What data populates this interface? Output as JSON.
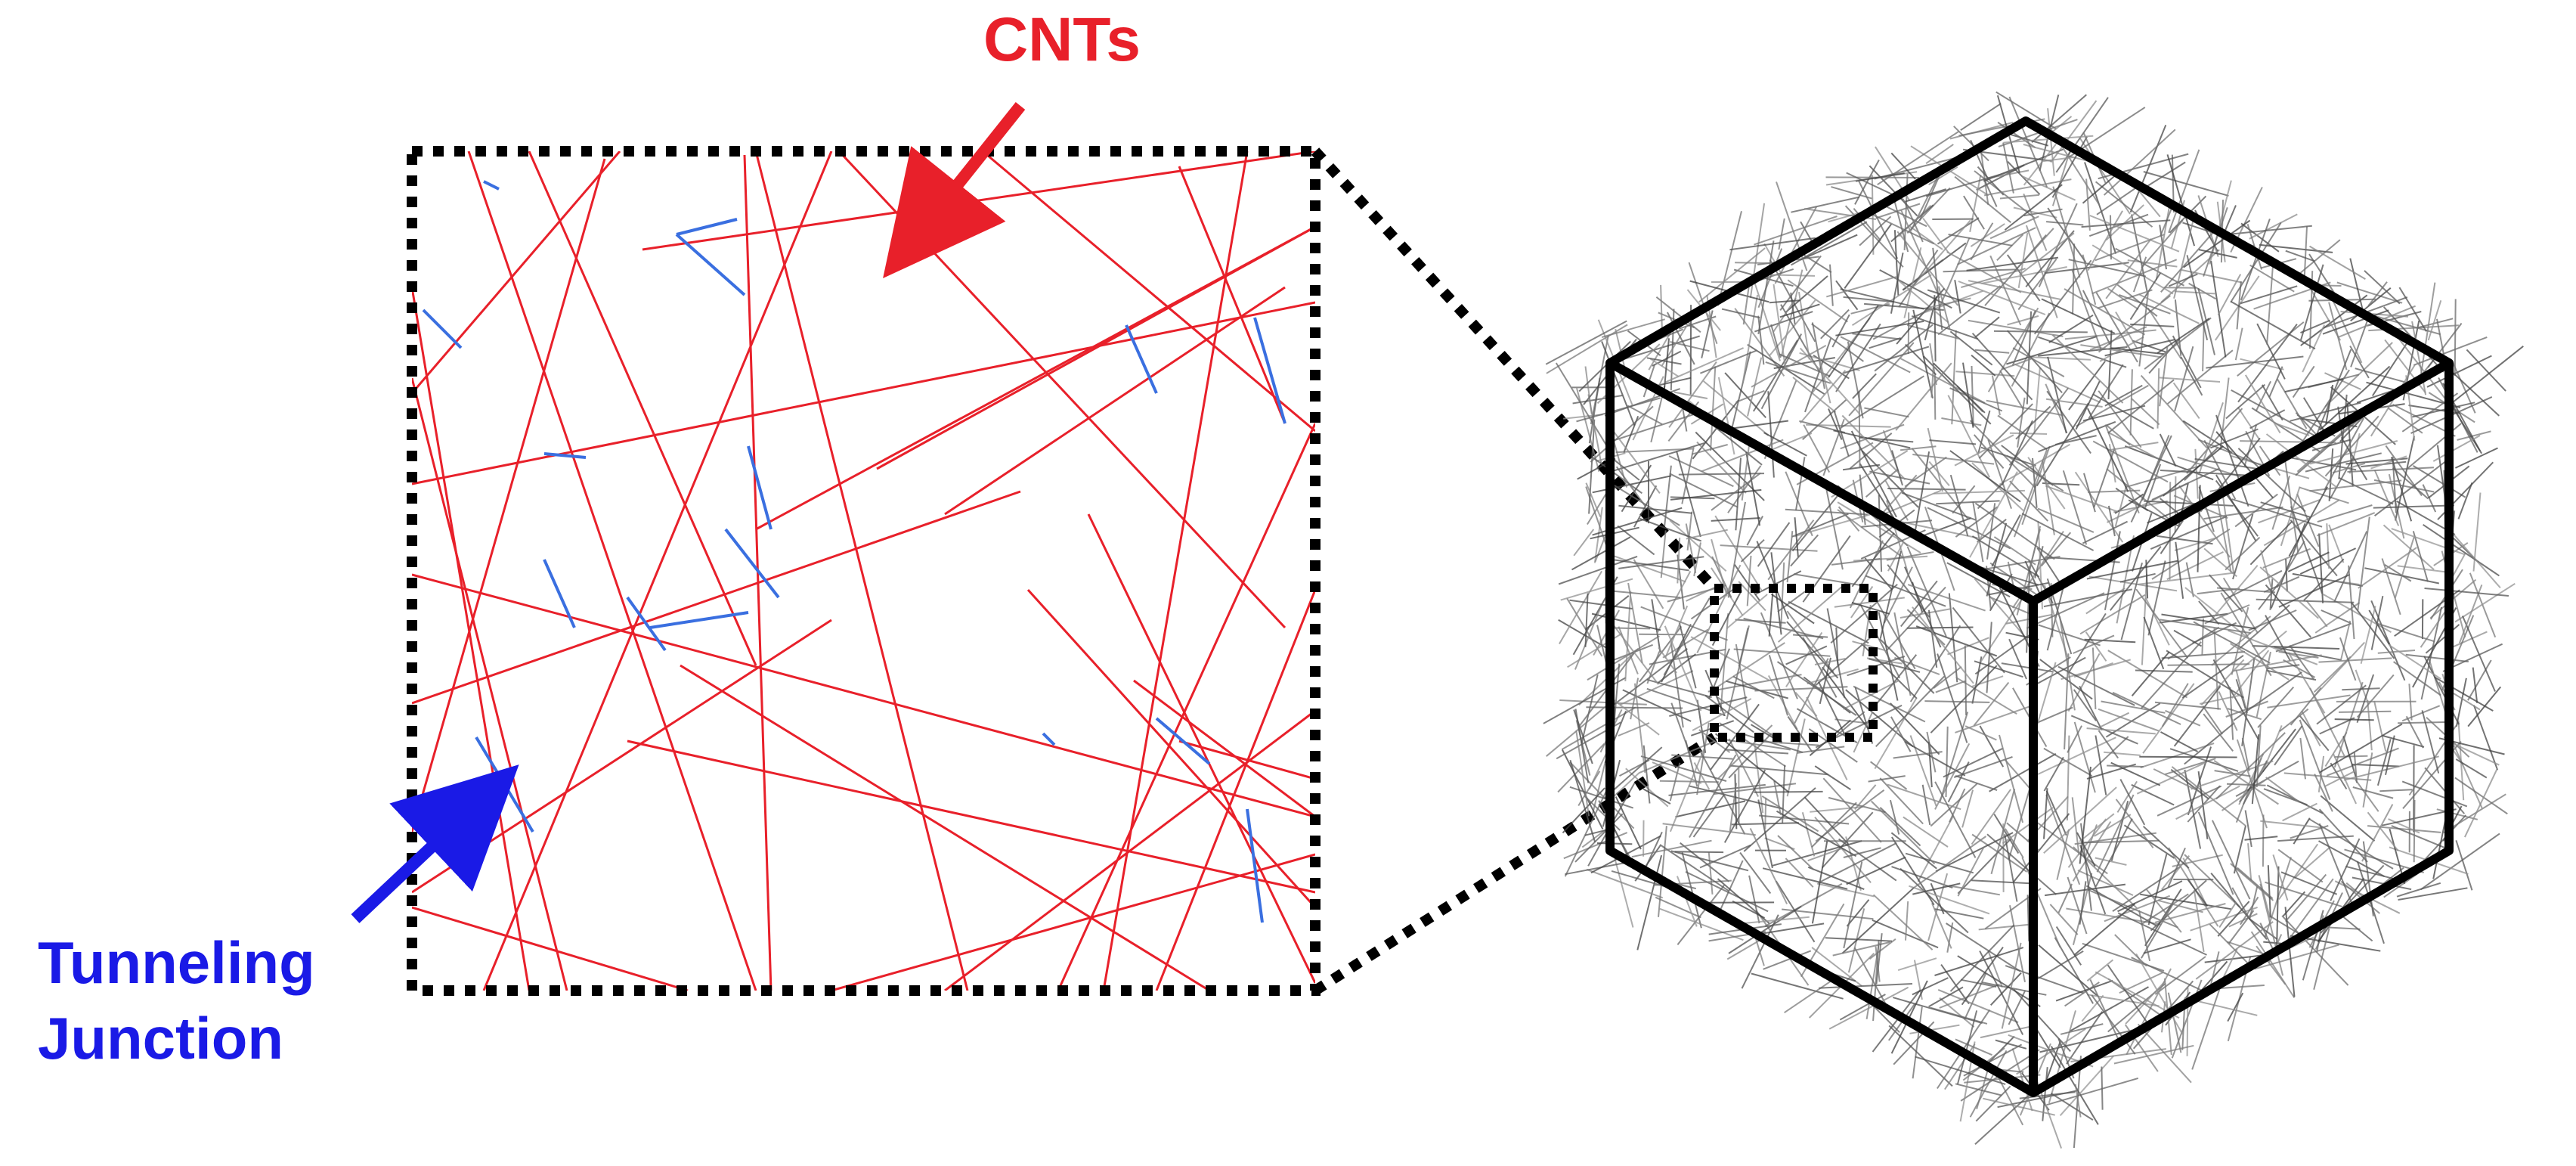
{
  "labels": {
    "cnts": "CNTs",
    "tunneling_line1": "Tunneling",
    "tunneling_line2": "Junction"
  },
  "colors": {
    "cnt": "#e8202a",
    "junction": "#1a1ae6",
    "junction_segment": "#3a6fe0",
    "cube_outline": "#000000",
    "cube_fiber": "#555555",
    "background": "#ffffff"
  }
}
